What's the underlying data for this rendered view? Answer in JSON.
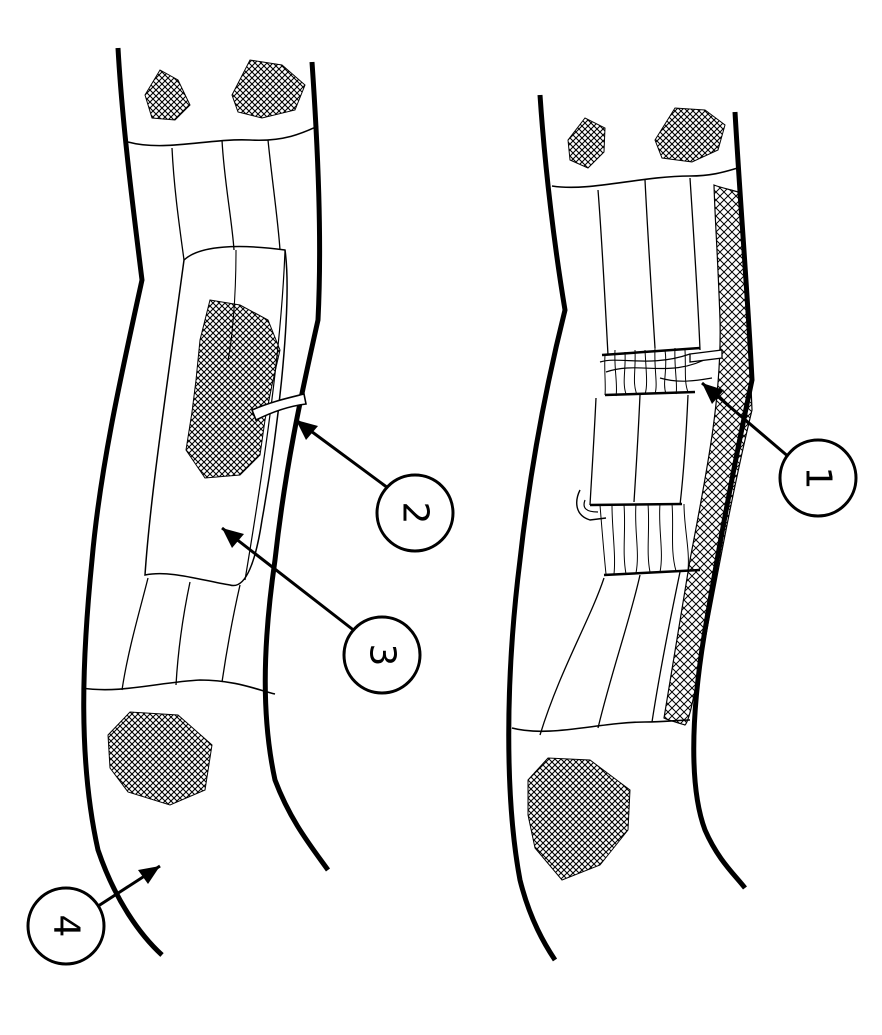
{
  "diagram": {
    "callouts": [
      {
        "id": "callout-1",
        "label": "1"
      },
      {
        "id": "callout-2",
        "label": "2"
      },
      {
        "id": "callout-3",
        "label": "3"
      },
      {
        "id": "callout-4",
        "label": "4"
      }
    ],
    "colors": {
      "ink": "#000000",
      "background": "#ffffff"
    },
    "hatch_texture": "crosshatch"
  }
}
